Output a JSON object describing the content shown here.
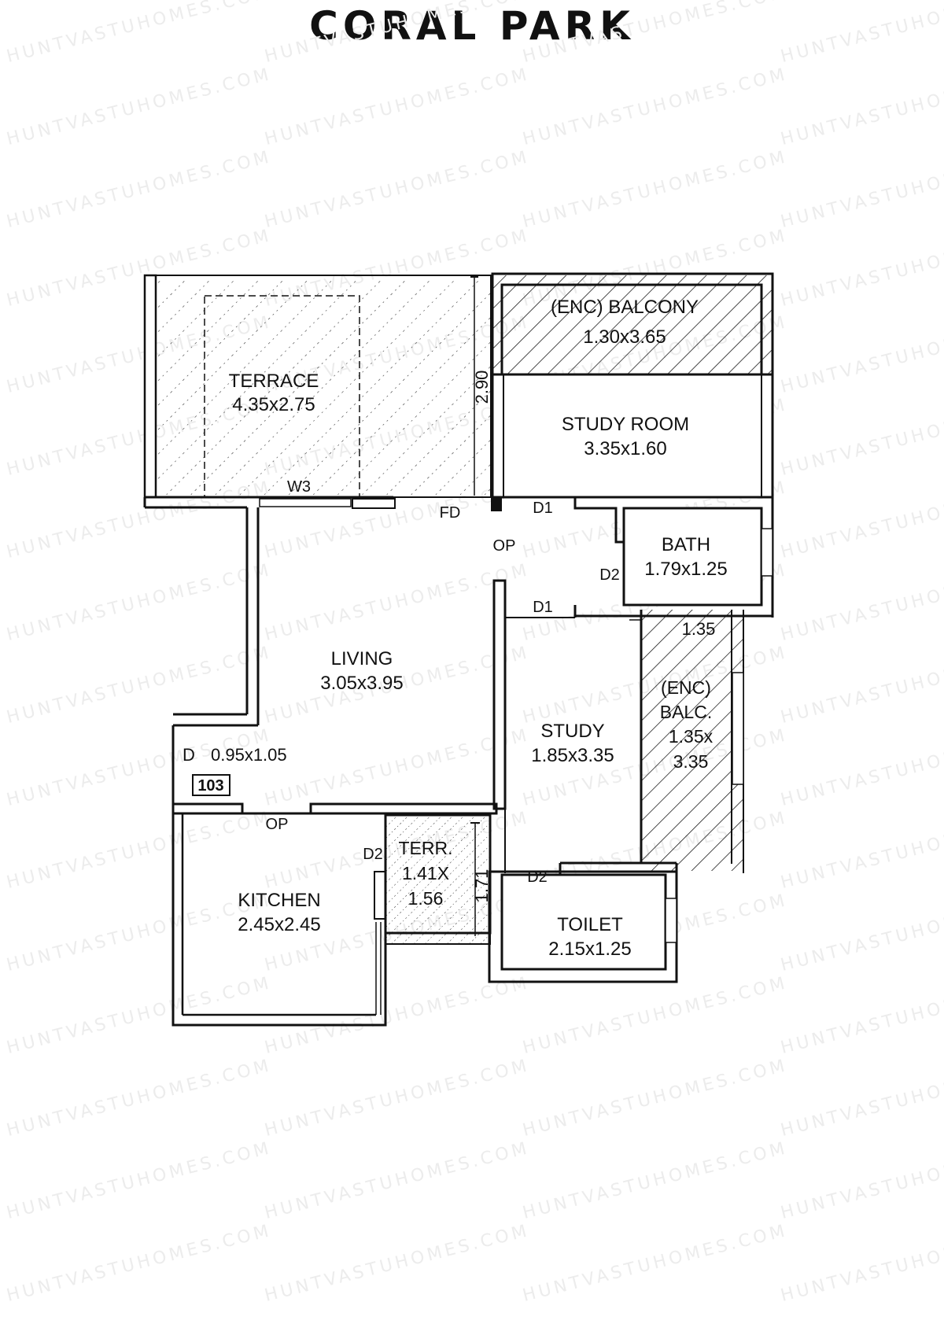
{
  "title": "CORAL PARK",
  "watermark_text": "HUNTVASTUHOMES.COM",
  "unit_number": "103",
  "rooms": [
    {
      "id": "terrace",
      "name": "TERRACE",
      "dims": "4.35x2.75"
    },
    {
      "id": "enc-balcony",
      "name": "(ENC) BALCONY",
      "dims": "1.30x3.65"
    },
    {
      "id": "study-room",
      "name": "STUDY ROOM",
      "dims": "3.35x1.60"
    },
    {
      "id": "bath",
      "name": "BATH",
      "dims": "1.79x1.25"
    },
    {
      "id": "living",
      "name": "LIVING",
      "dims": "3.05x3.95"
    },
    {
      "id": "dining",
      "name": "D",
      "dims": "0.95x1.05"
    },
    {
      "id": "study",
      "name": "STUDY",
      "dims": "1.85x3.35"
    },
    {
      "id": "enc-balc",
      "name_lines": [
        "(ENC)",
        "BALC."
      ],
      "dims_lines": [
        "1.35x",
        "3.35"
      ]
    },
    {
      "id": "kitchen",
      "name": "KITCHEN",
      "dims": "2.45x2.45"
    },
    {
      "id": "terr",
      "name": "TERR.",
      "dims_lines": [
        "1.41X",
        "1.56"
      ]
    },
    {
      "id": "toilet",
      "name": "TOILET",
      "dims": "2.15x1.25"
    }
  ],
  "annotations": {
    "w3": "W3",
    "fd": "FD",
    "op_top": "OP",
    "op_kitchen": "OP",
    "d1_top": "D1",
    "d1_bottom": "D1",
    "d2_bath": "D2",
    "d2_kitchen": "D2",
    "d2_toilet": "D2",
    "dim_290": "2.90",
    "dim_135": "1.35",
    "dim_171": "1.71"
  }
}
